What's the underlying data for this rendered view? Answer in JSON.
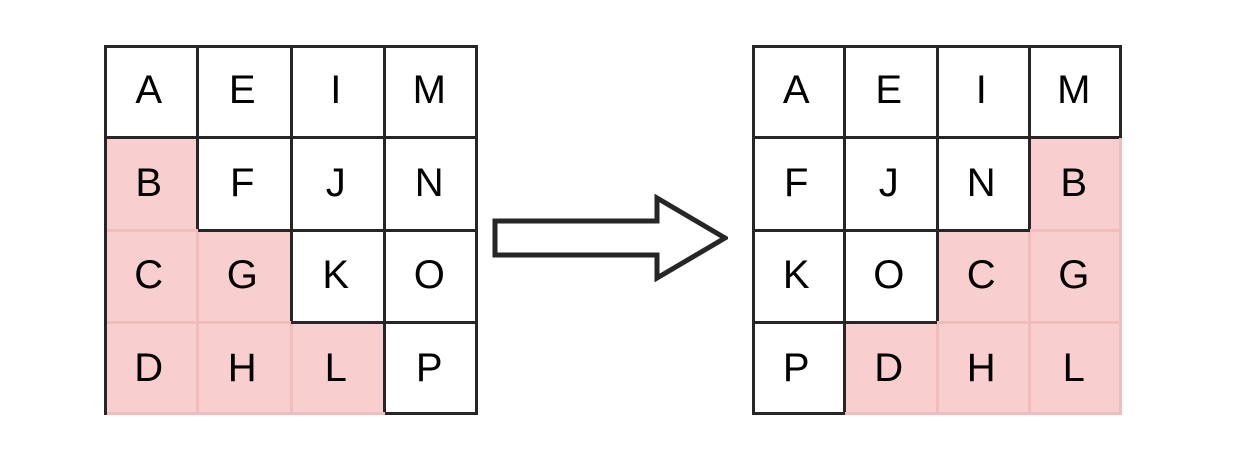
{
  "figure": {
    "type": "transformation-diagram",
    "description": "Two 4x4 letter grids connected by a right-pointing block arrow, illustrating a matrix transpose / lower-triangle shift.",
    "background_color": "#ffffff",
    "highlight_color": "#f9cece",
    "border_color": "#262626",
    "faint_border_color": "#f0bcbc",
    "text_color": "#000000"
  },
  "arrow": {
    "name": "right-arrow",
    "direction": "right",
    "fill": "#ffffff",
    "stroke": "#262626"
  },
  "grids": [
    {
      "id": "left",
      "name": "source-grid",
      "rows": 4,
      "cols": 4,
      "cells": [
        [
          {
            "label": "A",
            "highlighted": false
          },
          {
            "label": "E",
            "highlighted": false
          },
          {
            "label": "I",
            "highlighted": false
          },
          {
            "label": "M",
            "highlighted": false
          }
        ],
        [
          {
            "label": "B",
            "highlighted": true
          },
          {
            "label": "F",
            "highlighted": false
          },
          {
            "label": "J",
            "highlighted": false
          },
          {
            "label": "N",
            "highlighted": false
          }
        ],
        [
          {
            "label": "C",
            "highlighted": true
          },
          {
            "label": "G",
            "highlighted": true
          },
          {
            "label": "K",
            "highlighted": false
          },
          {
            "label": "O",
            "highlighted": false
          }
        ],
        [
          {
            "label": "D",
            "highlighted": true
          },
          {
            "label": "H",
            "highlighted": true
          },
          {
            "label": "L",
            "highlighted": true
          },
          {
            "label": "P",
            "highlighted": false
          }
        ]
      ]
    },
    {
      "id": "right",
      "name": "result-grid",
      "rows": 4,
      "cols": 4,
      "cells": [
        [
          {
            "label": "A",
            "highlighted": false
          },
          {
            "label": "E",
            "highlighted": false
          },
          {
            "label": "I",
            "highlighted": false
          },
          {
            "label": "M",
            "highlighted": false
          }
        ],
        [
          {
            "label": "F",
            "highlighted": false
          },
          {
            "label": "J",
            "highlighted": false
          },
          {
            "label": "N",
            "highlighted": false
          },
          {
            "label": "B",
            "highlighted": true
          }
        ],
        [
          {
            "label": "K",
            "highlighted": false
          },
          {
            "label": "O",
            "highlighted": false
          },
          {
            "label": "C",
            "highlighted": true
          },
          {
            "label": "G",
            "highlighted": true
          }
        ],
        [
          {
            "label": "P",
            "highlighted": false
          },
          {
            "label": "D",
            "highlighted": true
          },
          {
            "label": "H",
            "highlighted": true
          },
          {
            "label": "L",
            "highlighted": true
          }
        ]
      ]
    }
  ]
}
